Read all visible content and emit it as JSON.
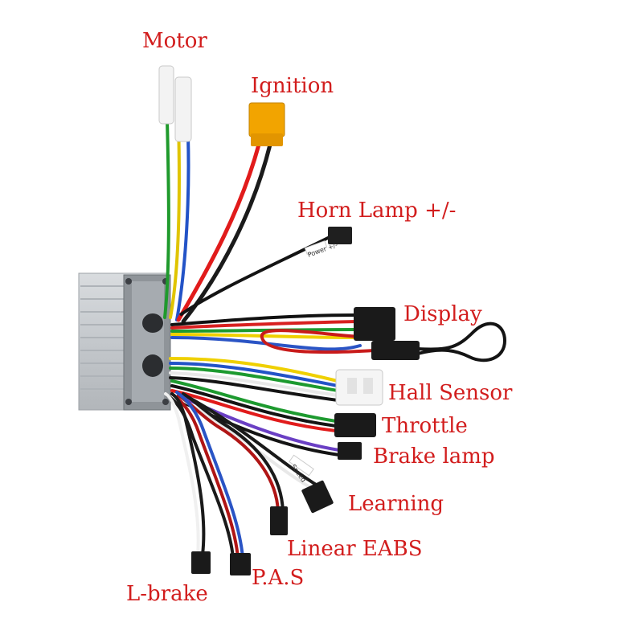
{
  "colors": {
    "label_text": "#d21d1d",
    "background": "#ffffff"
  },
  "labels": {
    "motor": "Motor",
    "ignition": "Ignition",
    "horn_lamp": "Horn Lamp +/-",
    "display": "Display",
    "hall_sensor": "Hall Sensor",
    "throttle": "Throttle",
    "brake_lamp": "Brake lamp",
    "learning": "Learning",
    "linear_eabs": "Linear EABS",
    "pas": "P.A.S",
    "l_brake": "L-brake"
  },
  "wire_tags": {
    "power": "Power +/-",
    "speed": "Speed"
  }
}
